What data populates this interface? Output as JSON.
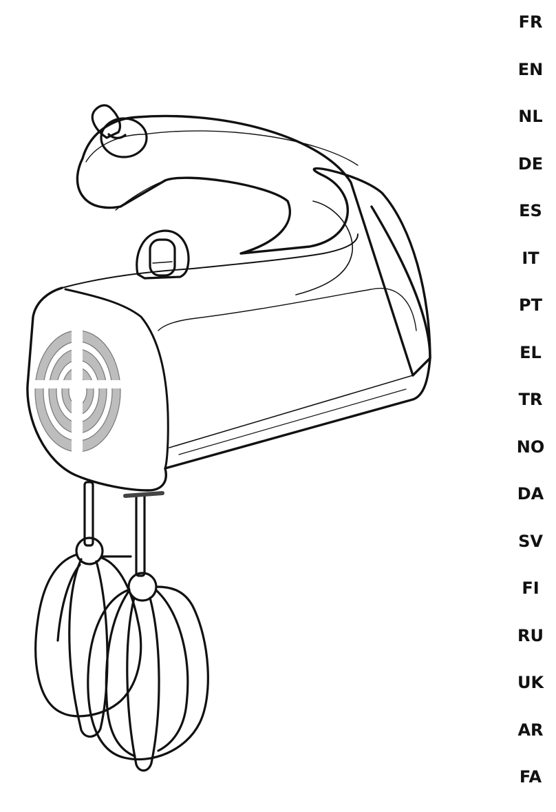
{
  "languages": [
    "FR",
    "EN",
    "NL",
    "DE",
    "ES",
    "IT",
    "PT",
    "EL",
    "TR",
    "NO",
    "DA",
    "SV",
    "FI",
    "RU",
    "UK",
    "AR",
    "FA"
  ]
}
